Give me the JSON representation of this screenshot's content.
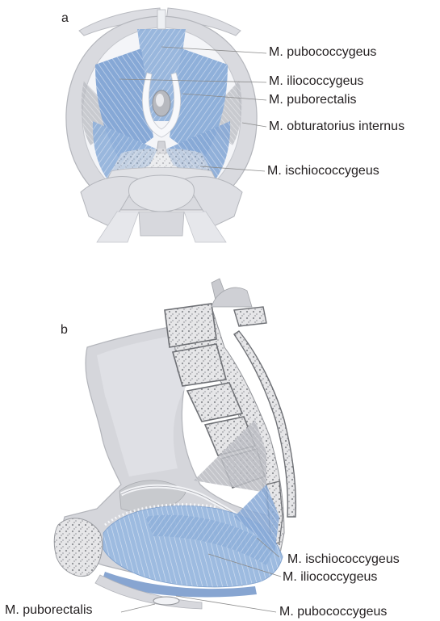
{
  "figure": {
    "panel_a": {
      "letter": "a",
      "labels": {
        "pubococcygeus": "M. pubococcygeus",
        "iliococcygeus": "M. iliococcygeus",
        "puborectalis": "M. puborectalis",
        "obturatorius": "M. obturatorius internus",
        "ischiococcygeus": "M. ischiococcygeus"
      }
    },
    "panel_b": {
      "letter": "b",
      "labels": {
        "ischiococcygeus": "M. ischiococcygeus",
        "iliococcygeus": "M. iliococcygeus",
        "puborectalis": "M. puborectalis",
        "pubococcygeus": "M. pubococcygeus"
      }
    }
  },
  "colors": {
    "bone": "#dcdde2",
    "bone_shadow": "#c4c6cc",
    "muscle": "#8fb0da",
    "muscle_dark": "#6f93c6",
    "muscle_light": "#cbdaf0",
    "leader": "#8a8a8a",
    "text": "#231f20"
  }
}
